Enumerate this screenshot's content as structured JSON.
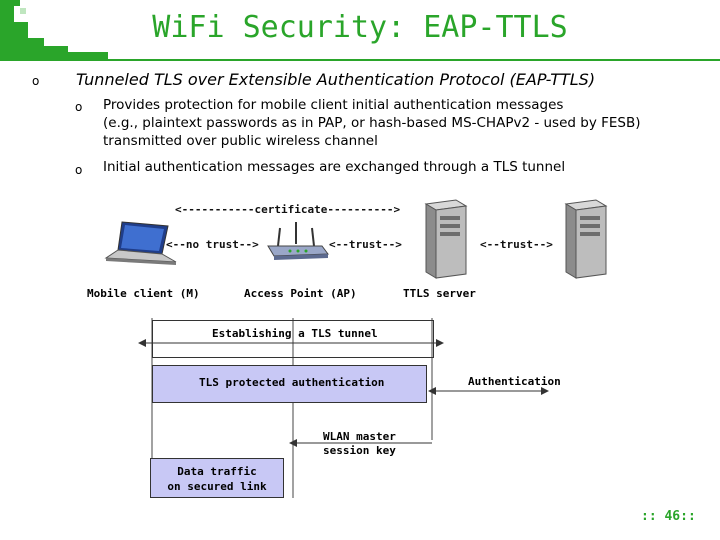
{
  "slide": {
    "title": "WiFi Security: EAP-TTLS",
    "page_number": ":: 46::",
    "accent_color": "#2aa52a",
    "bullets": [
      {
        "text": "Tunneled TLS over Extensible Authentication Protocol (EAP-TTLS)",
        "sub": [
          {
            "lines": [
              "Provides protection for mobile client initial authentication messages",
              "(e.g., plaintext passwords as in PAP, or hash-based MS-CHAPv2 - used by FESB)",
              "transmitted over public wireless channel"
            ]
          },
          {
            "lines": [
              "Initial authentication messages are exchanged through a TLS tunnel"
            ]
          }
        ]
      }
    ]
  },
  "diagram": {
    "top_arrows": {
      "certificate": "<-----------certificate---------->",
      "no_trust": "<--no trust-->",
      "trust_mid": "<--trust-->",
      "trust_right": "<--trust-->"
    },
    "nodes": {
      "client": "Mobile client (M)",
      "ap": "Access Point (AP)",
      "server": "TTLS server"
    },
    "flows": {
      "tls_tunnel": "Establishing a TLS tunnel",
      "tls_auth": "TLS protected authentication",
      "authentication": "Authentication",
      "wlan_key_line1": "WLAN master",
      "wlan_key_line2": "session key",
      "data_line1": "Data traffic",
      "data_line2": "on secured link"
    },
    "icons": [
      "laptop-icon",
      "wireless-router-icon",
      "server-tower-icon",
      "server-tower-icon"
    ],
    "colors": {
      "tls_box_fill": "#c8c8f5",
      "data_box_fill": "#c8c8f5"
    }
  }
}
